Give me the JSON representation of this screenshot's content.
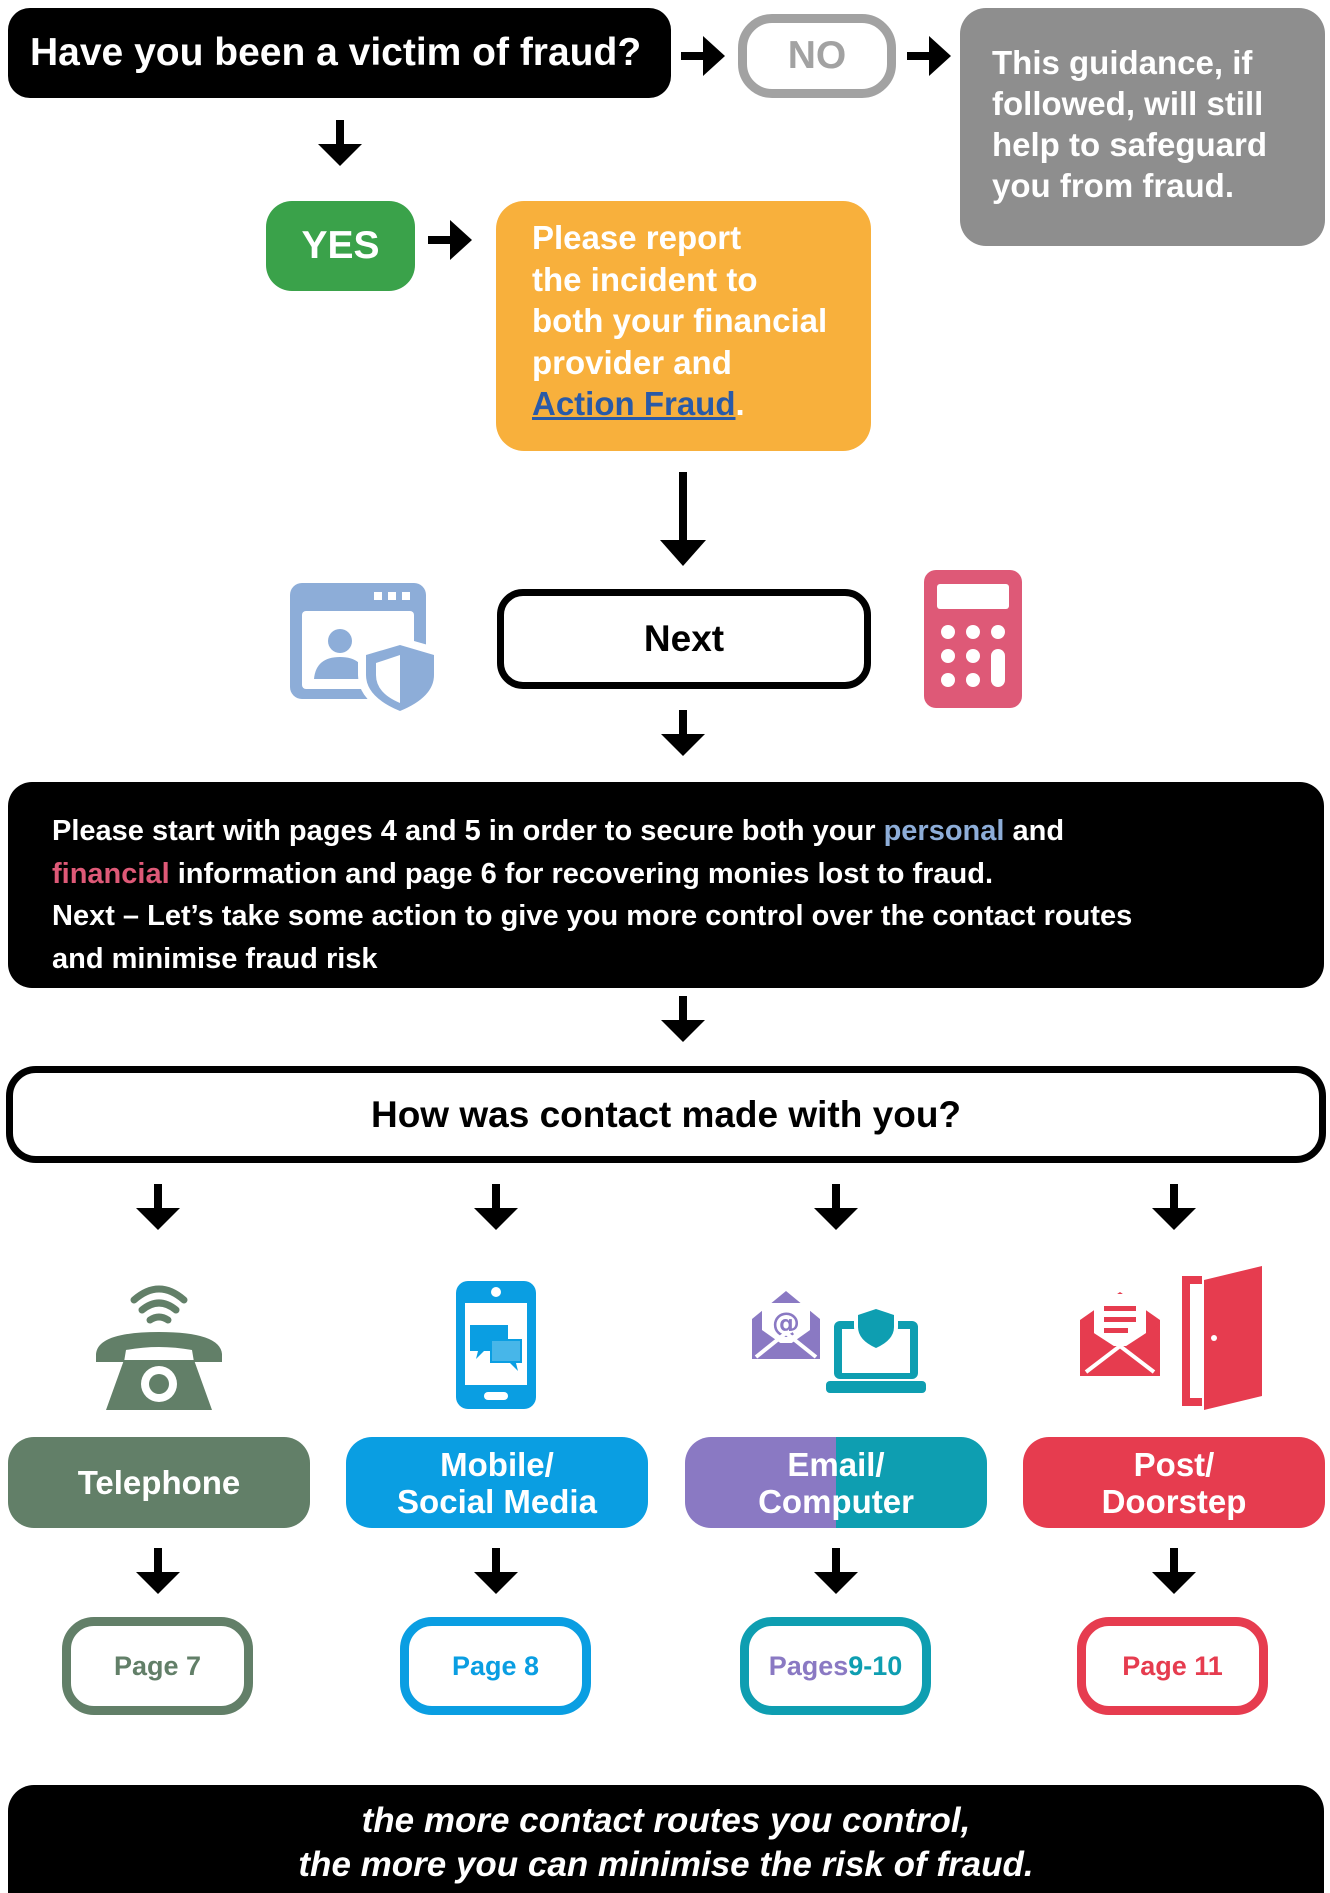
{
  "question": "Have you been a victim of fraud?",
  "no": {
    "label": "NO",
    "text_lines": [
      "This guidance, if",
      "followed, will still",
      "help to safeguard",
      "you from fraud."
    ]
  },
  "yes": {
    "label": "YES",
    "text_lines": [
      "Please report",
      "the incident to",
      "both your financial",
      "provider and"
    ],
    "link": "Action Fraud",
    "link_suffix": "."
  },
  "next_label": "Next",
  "icons": {
    "left": "identity-shield-icon",
    "right": "calculator-icon"
  },
  "info": {
    "line1_pre": "Please start with pages 4 and 5 in order to secure both your ",
    "line1_personal": "personal",
    "line1_post": " and",
    "line2_financial": "financial",
    "line2_post": " information and page 6 for recovering monies lost to fraud.",
    "line3": "Next – Let’s take some action to give you more control over the contact routes",
    "line4": "and minimise fraud risk"
  },
  "contact_question": "How was contact made with you?",
  "routes": [
    {
      "icon": "telephone-icon",
      "label_lines": [
        "Telephone"
      ],
      "page": "Page 7"
    },
    {
      "icon": "mobile-chat-icon",
      "label_lines": [
        "Mobile/",
        "Social Media"
      ],
      "page": "Page 8"
    },
    {
      "icon": "email-computer-icon",
      "label_lines": [
        "Email/",
        "Computer"
      ],
      "page_prefix": "Pages ",
      "page_num": "9-10"
    },
    {
      "icon": "post-door-icon",
      "label_lines": [
        "Post/",
        "Doorstep"
      ],
      "page": "Page 11"
    }
  ],
  "footer_lines": [
    "the more contact routes you control,",
    "the more you can minimise the risk of fraud."
  ],
  "colors": {
    "black": "#000000",
    "grey": "#8e8e8e",
    "no_outline": "#a2a2a2",
    "yes_green": "#3aa24a",
    "report_orange": "#f8b03c",
    "link_blue": "#2a5aa7",
    "personal_blue": "#8dadd8",
    "financial_pink": "#de5977",
    "telephone_green": "#627f68",
    "mobile_blue": "#0a9ee2",
    "email_purple": "#8a79c3",
    "computer_teal": "#0e9eb1",
    "post_red": "#e63c4f"
  }
}
